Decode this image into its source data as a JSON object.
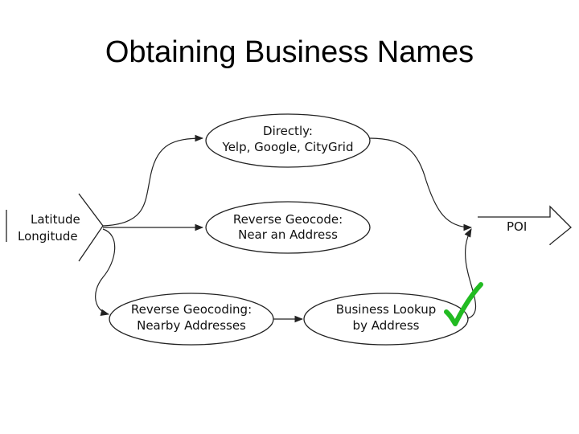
{
  "slide": {
    "title": "Obtaining Business Names"
  },
  "nodes": {
    "input": {
      "line1": "Latitude",
      "line2": "Longitude"
    },
    "directly": {
      "line1": "Directly:",
      "line2": "Yelp, Google, CityGrid"
    },
    "reverse_geocode": {
      "line1": "Reverse Geocode:",
      "line2": "Near an Address"
    },
    "reverse_geocoding": {
      "line1": "Reverse Geocoding:",
      "line2": "Nearby Addresses"
    },
    "business_lookup": {
      "line1": "Business Lookup",
      "line2": "by Address"
    },
    "output": {
      "label": "POI"
    }
  },
  "colors": {
    "check": "#22bb22",
    "stroke": "#222222"
  },
  "icons": {
    "approved": "check-mark-icon"
  }
}
